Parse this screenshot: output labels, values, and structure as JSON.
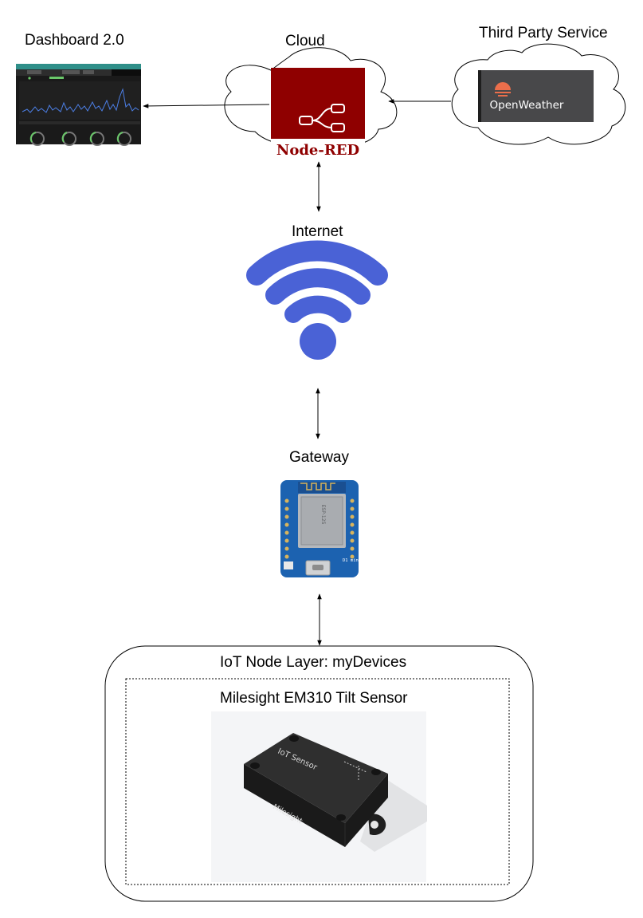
{
  "labels": {
    "dashboard": "Dashboard 2.0",
    "cloud": "Cloud",
    "third_party": "Third Party Service",
    "internet": "Internet",
    "gateway": "Gateway",
    "node_layer": "IoT Node Layer: myDevices",
    "sensor": "Milesight EM310 Tilt Sensor"
  },
  "logos": {
    "nodered": "Node-RED",
    "openweather": "OpenWeather",
    "sensor_face": "IoT Sensor",
    "sensor_brand": "Milesight",
    "board_chip": "ESP-12S",
    "board_model": "D1 mini"
  },
  "colors": {
    "nodered_red": "#8f0000",
    "openweather_bg": "#48484a",
    "openweather_orange": "#eb6e4b",
    "wifi_blue": "#4a62d6",
    "board_blue": "#1c62b0"
  },
  "icons": [
    "cloud-icon",
    "wifi-icon",
    "arrow-icon"
  ]
}
